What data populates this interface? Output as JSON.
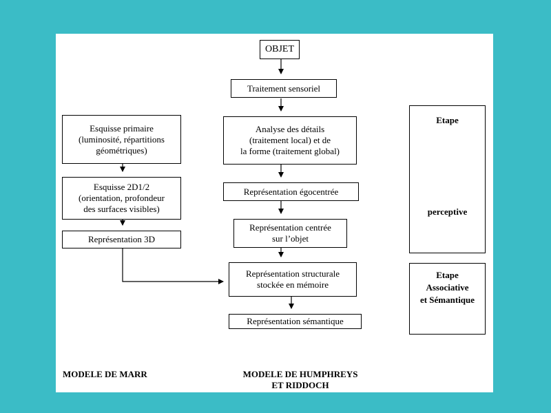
{
  "humphreys": {
    "objet": "OBJET",
    "sensoriel": "Traitement sensoriel",
    "analyse": "Analyse des détails\n(traitement local) et de\nla forme (traitement global)",
    "egocentree": "Représentation égocentrée",
    "centree_objet": "Représentation centrée\nsur l’objet",
    "structurale": "Représentation structurale\nstockée en mémoire",
    "semantique": "Représentation sémantique"
  },
  "marr": {
    "esquisse_primaire": "Esquisse primaire\n(luminosité, répartitions\ngéométriques)",
    "esquisse_2d": "Esquisse 2D1/2\n(orientation, profondeur\ndes surfaces visibles)",
    "representation_3d": "Représentation 3D"
  },
  "stages": {
    "etape": "Etape",
    "perceptive": "perceptive",
    "associative": "Etape\nAssociative\net Sémantique"
  },
  "labels": {
    "marr_model": "MODELE DE MARR",
    "humphreys_model": "MODELE DE HUMPHREYS\nET RIDDOCH"
  }
}
